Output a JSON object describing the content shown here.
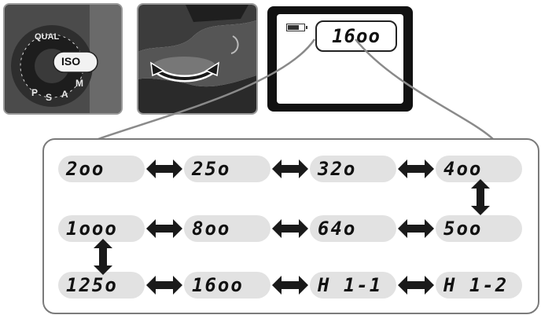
{
  "lcd": {
    "display_value": "16oo"
  },
  "dial": {
    "button_label": "ISO"
  },
  "iso_sequence": {
    "row1": [
      "2oo",
      "25o",
      "32o",
      "4oo"
    ],
    "row2": [
      "1ooo",
      "8oo",
      "64o",
      "5oo"
    ],
    "row3": [
      "125o",
      "16oo",
      "H 1-1",
      "H 1-2"
    ]
  },
  "colors": {
    "pill": "#e2e2e2",
    "arrow": "#1a1a1a",
    "panel_border": "#7a7a7a"
  }
}
